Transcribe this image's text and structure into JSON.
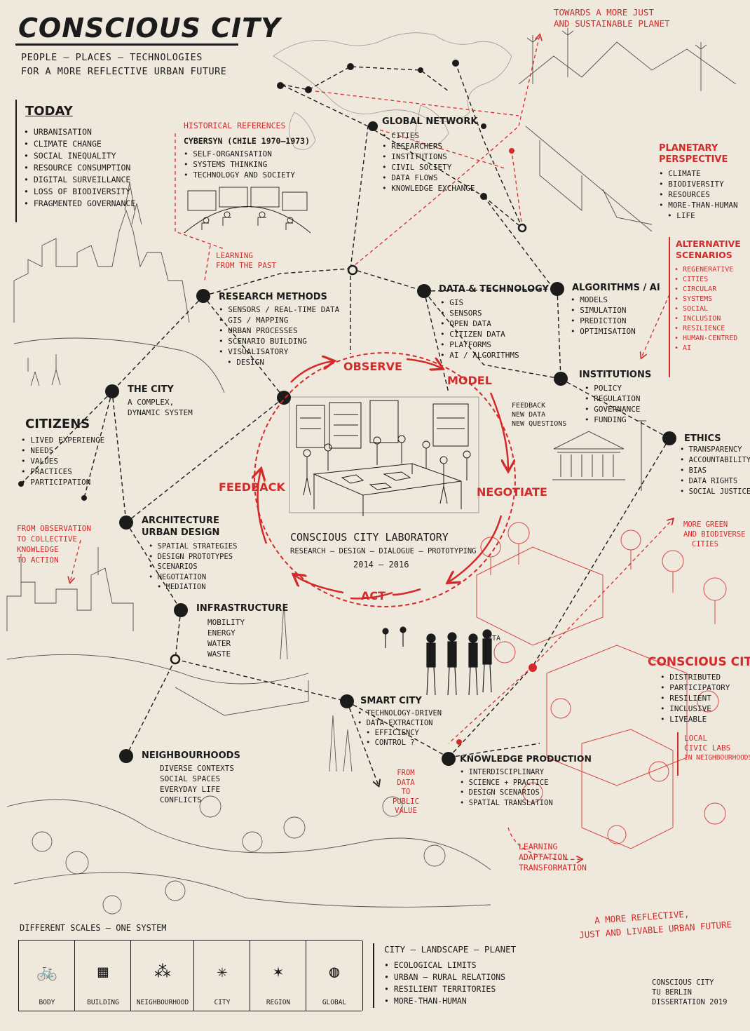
{
  "title": "CONSCIOUS CITY",
  "subtitle": [
    "PEOPLE – PLACES – TECHNOLOGIES",
    "FOR A MORE REFLECTIVE URBAN FUTURE"
  ],
  "today": {
    "heading": "TODAY",
    "items": [
      "URBANISATION",
      "CLIMATE CHANGE",
      "SOCIAL INEQUALITY",
      "RESOURCE CONSUMPTION",
      "DIGITAL SURVEILLANCE",
      "LOSS OF BIODIVERSITY",
      "FRAGMENTED GOVERNANCE"
    ]
  },
  "historical": {
    "heading": "HISTORICAL REFERENCES",
    "sub": "CYBERSYN (CHILE 1970–1973)",
    "items": [
      "SELF-ORGANISATION",
      "SYSTEMS THINKING",
      "TECHNOLOGY AND SOCIETY"
    ]
  },
  "learning_past": [
    "LEARNING",
    "FROM THE PAST"
  ],
  "towards": [
    "TOWARDS A MORE JUST",
    "AND SUSTAINABLE PLANET"
  ],
  "global_network": {
    "heading": "GLOBAL NETWORK",
    "items": [
      "CITIES",
      "RESEARCHERS",
      "INSTITUTIONS",
      "CIVIL SOCIETY",
      "DATA FLOWS",
      "KNOWLEDGE EXCHANGE"
    ]
  },
  "planetary": {
    "heading": [
      "PLANETARY",
      "PERSPECTIVE"
    ],
    "items": [
      "CLIMATE",
      "BIODIVERSITY",
      "RESOURCES",
      "MORE-THAN-HUMAN",
      "LIFE"
    ]
  },
  "alternative": {
    "heading": [
      "ALTERNATIVE",
      "SCENARIOS"
    ],
    "items": [
      "REGENERATIVE",
      "CITIES",
      "CIRCULAR",
      "SYSTEMS",
      "SOCIAL",
      "INCLUSION",
      "RESILIENCE",
      "HUMAN-CENTRED",
      "AI"
    ]
  },
  "research_methods": {
    "heading": "RESEARCH METHODS",
    "items": [
      "SENSORS / REAL-TIME DATA",
      "GIS / MAPPING",
      "URBAN PROCESSES",
      "SCENARIO BUILDING",
      "VISUALISATORY",
      "DESIGN"
    ]
  },
  "data_tech": {
    "heading": "DATA & TECHNOLOGY",
    "items": [
      "GIS",
      "SENSORS",
      "OPEN DATA",
      "CITIZEN DATA",
      "PLATFORMS",
      "AI / ALGORITHMS"
    ]
  },
  "algorithms": {
    "heading": "ALGORITHMS / AI",
    "items": [
      "MODELS",
      "SIMULATION",
      "PREDICTION",
      "OPTIMISATION"
    ]
  },
  "institutions": {
    "heading": "INSTITUTIONS",
    "items": [
      "POLICY",
      "REGULATION",
      "GOVERNANCE",
      "FUNDING"
    ]
  },
  "feedback_note": [
    "FEEDBACK",
    "NEW DATA",
    "NEW QUESTIONS"
  ],
  "ethics": {
    "heading": "ETHICS",
    "items": [
      "TRANSPARENCY",
      "ACCOUNTABILITY",
      "BIAS",
      "DATA RIGHTS",
      "SOCIAL JUSTICE"
    ]
  },
  "the_city": {
    "heading": "THE CITY",
    "items": [
      "A COMPLEX,",
      "DYNAMIC SYSTEM"
    ]
  },
  "citizens": {
    "heading": "CITIZENS",
    "items": [
      "LIVED EXPERIENCE",
      "NEEDS",
      "VALUES",
      "PRACTICES",
      "PARTICIPATION"
    ]
  },
  "observation_note": [
    "FROM OBSERVATION",
    "TO COLLECTIVE",
    "KNOWLEDGE",
    "TO ACTION"
  ],
  "architecture": {
    "heading": [
      "ARCHITECTURE",
      "URBAN DESIGN"
    ],
    "items": [
      "SPATIAL STRATEGIES",
      "DESIGN PROTOTYPES",
      "SCENARIOS",
      "NEGOTIATION",
      "MEDIATION"
    ]
  },
  "lab": {
    "cycle": [
      "OBSERVE",
      "MODEL",
      "NEGOTIATE",
      "ACT",
      "FEEDBACK"
    ],
    "title": "CONSCIOUS CITY LABORATORY",
    "sub": "RESEARCH – DESIGN – DIALOGUE – PROTOTYPING",
    "years": "2014 – 2016"
  },
  "more_green": [
    "MORE GREEN",
    "AND BIODIVERSE",
    "CITIES"
  ],
  "infrastructure": {
    "heading": "INFRASTRUCTURE",
    "items": [
      "MOBILITY",
      "ENERGY",
      "WATER",
      "WASTE"
    ]
  },
  "data_label": "DATA",
  "smart_city": {
    "heading": "SMART CITY",
    "items": [
      "TECHNOLOGY-DRIVEN",
      "DATA EXTRACTION",
      "EFFICIENCY",
      "CONTROL ?"
    ]
  },
  "conscious_city": {
    "heading": "CONSCIOUS CITY",
    "items": [
      "DISTRIBUTED",
      "PARTICIPATORY",
      "RESILIENT",
      "INCLUSIVE",
      "LIVEABLE"
    ]
  },
  "local_labs": [
    "LOCAL",
    "CIVIC LABS",
    "IN NEIGHBOURHOODS"
  ],
  "from_data": [
    "FROM",
    "DATA",
    "TO",
    "PUBLIC",
    "VALUE"
  ],
  "knowledge": {
    "heading": "KNOWLEDGE PRODUCTION",
    "items": [
      "INTERDISCIPLINARY",
      "SCIENCE + PRACTICE",
      "DESIGN SCENARIOS",
      "SPATIAL TRANSLATION"
    ]
  },
  "neighbourhoods": {
    "heading": "NEIGHBOURHOODS",
    "items": [
      "DIVERSE CONTEXTS",
      "SOCIAL SPACES",
      "EVERYDAY LIFE",
      "CONFLICTS"
    ]
  },
  "learning_adapt": [
    "LEARNING",
    "ADAPTATION",
    "TRANSFORMATION"
  ],
  "reflective_future": [
    "A MORE REFLECTIVE,",
    "JUST AND LIVABLE URBAN FUTURE"
  ],
  "scales": {
    "heading": "DIFFERENT SCALES – ONE SYSTEM",
    "items": [
      "BODY",
      "BUILDING",
      "NEIGHBOURHOOD",
      "CITY",
      "REGION",
      "GLOBAL"
    ],
    "icons": [
      "person-cycling-icon",
      "building-icon",
      "neighbourhood-network-icon",
      "city-network-icon",
      "region-network-icon",
      "globe-icon"
    ]
  },
  "city_landscape": {
    "heading": "CITY – LANDSCAPE – PLANET",
    "items": [
      "ECOLOGICAL LIMITS",
      "URBAN – RURAL RELATIONS",
      "RESILIENT TERRITORIES",
      "MORE-THAN-HUMAN"
    ]
  },
  "credit": [
    "CONSCIOUS CITY",
    "TU BERLIN",
    "DISSERTATION 2019"
  ],
  "colors": {
    "paper": "#efe9dd",
    "ink": "#1b1b1b",
    "accent": "#d42a2a"
  }
}
